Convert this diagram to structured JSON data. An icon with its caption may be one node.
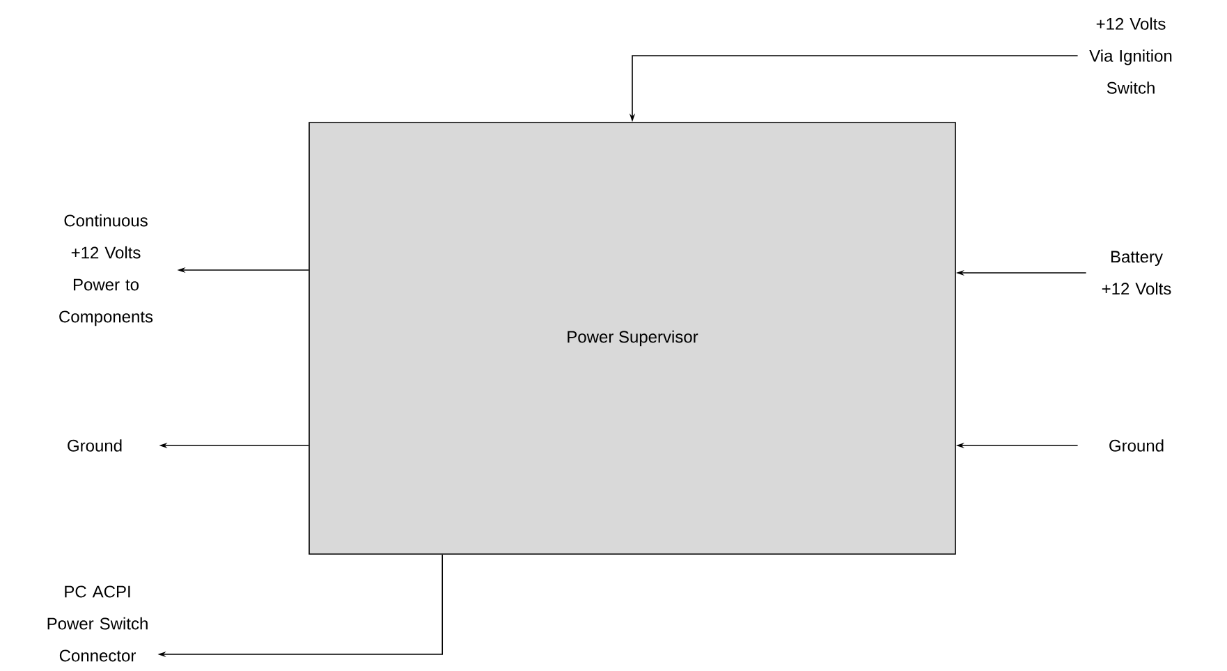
{
  "diagram": {
    "nodes": [
      {
        "text": [
          "Power Supervisor"
        ]
      },
      {
        "text": [
          "+12 Volts Via Ignition Switch"
        ]
      },
      {
        "text": [
          "Battery +12 Volts"
        ]
      },
      {
        "text": [
          "Ground"
        ]
      },
      {
        "text": [
          "Continuous +12 Volts Power to Components"
        ]
      },
      {
        "text": [
          "Ground"
        ]
      },
      {
        "text": [
          "PC ACPI Power Switch Connector"
        ]
      }
    ],
    "edges": [
      {
        "from": 1,
        "to": 0,
        "arrow": "to"
      },
      {
        "from": 2,
        "to": 0,
        "arrow": "to"
      },
      {
        "from": 3,
        "to": 0,
        "arrow": "to"
      },
      {
        "from": 0,
        "to": 4,
        "arrow": "to"
      },
      {
        "from": 0,
        "to": 5,
        "arrow": "to"
      },
      {
        "from": 0,
        "to": 6,
        "arrow": "to"
      }
    ]
  }
}
